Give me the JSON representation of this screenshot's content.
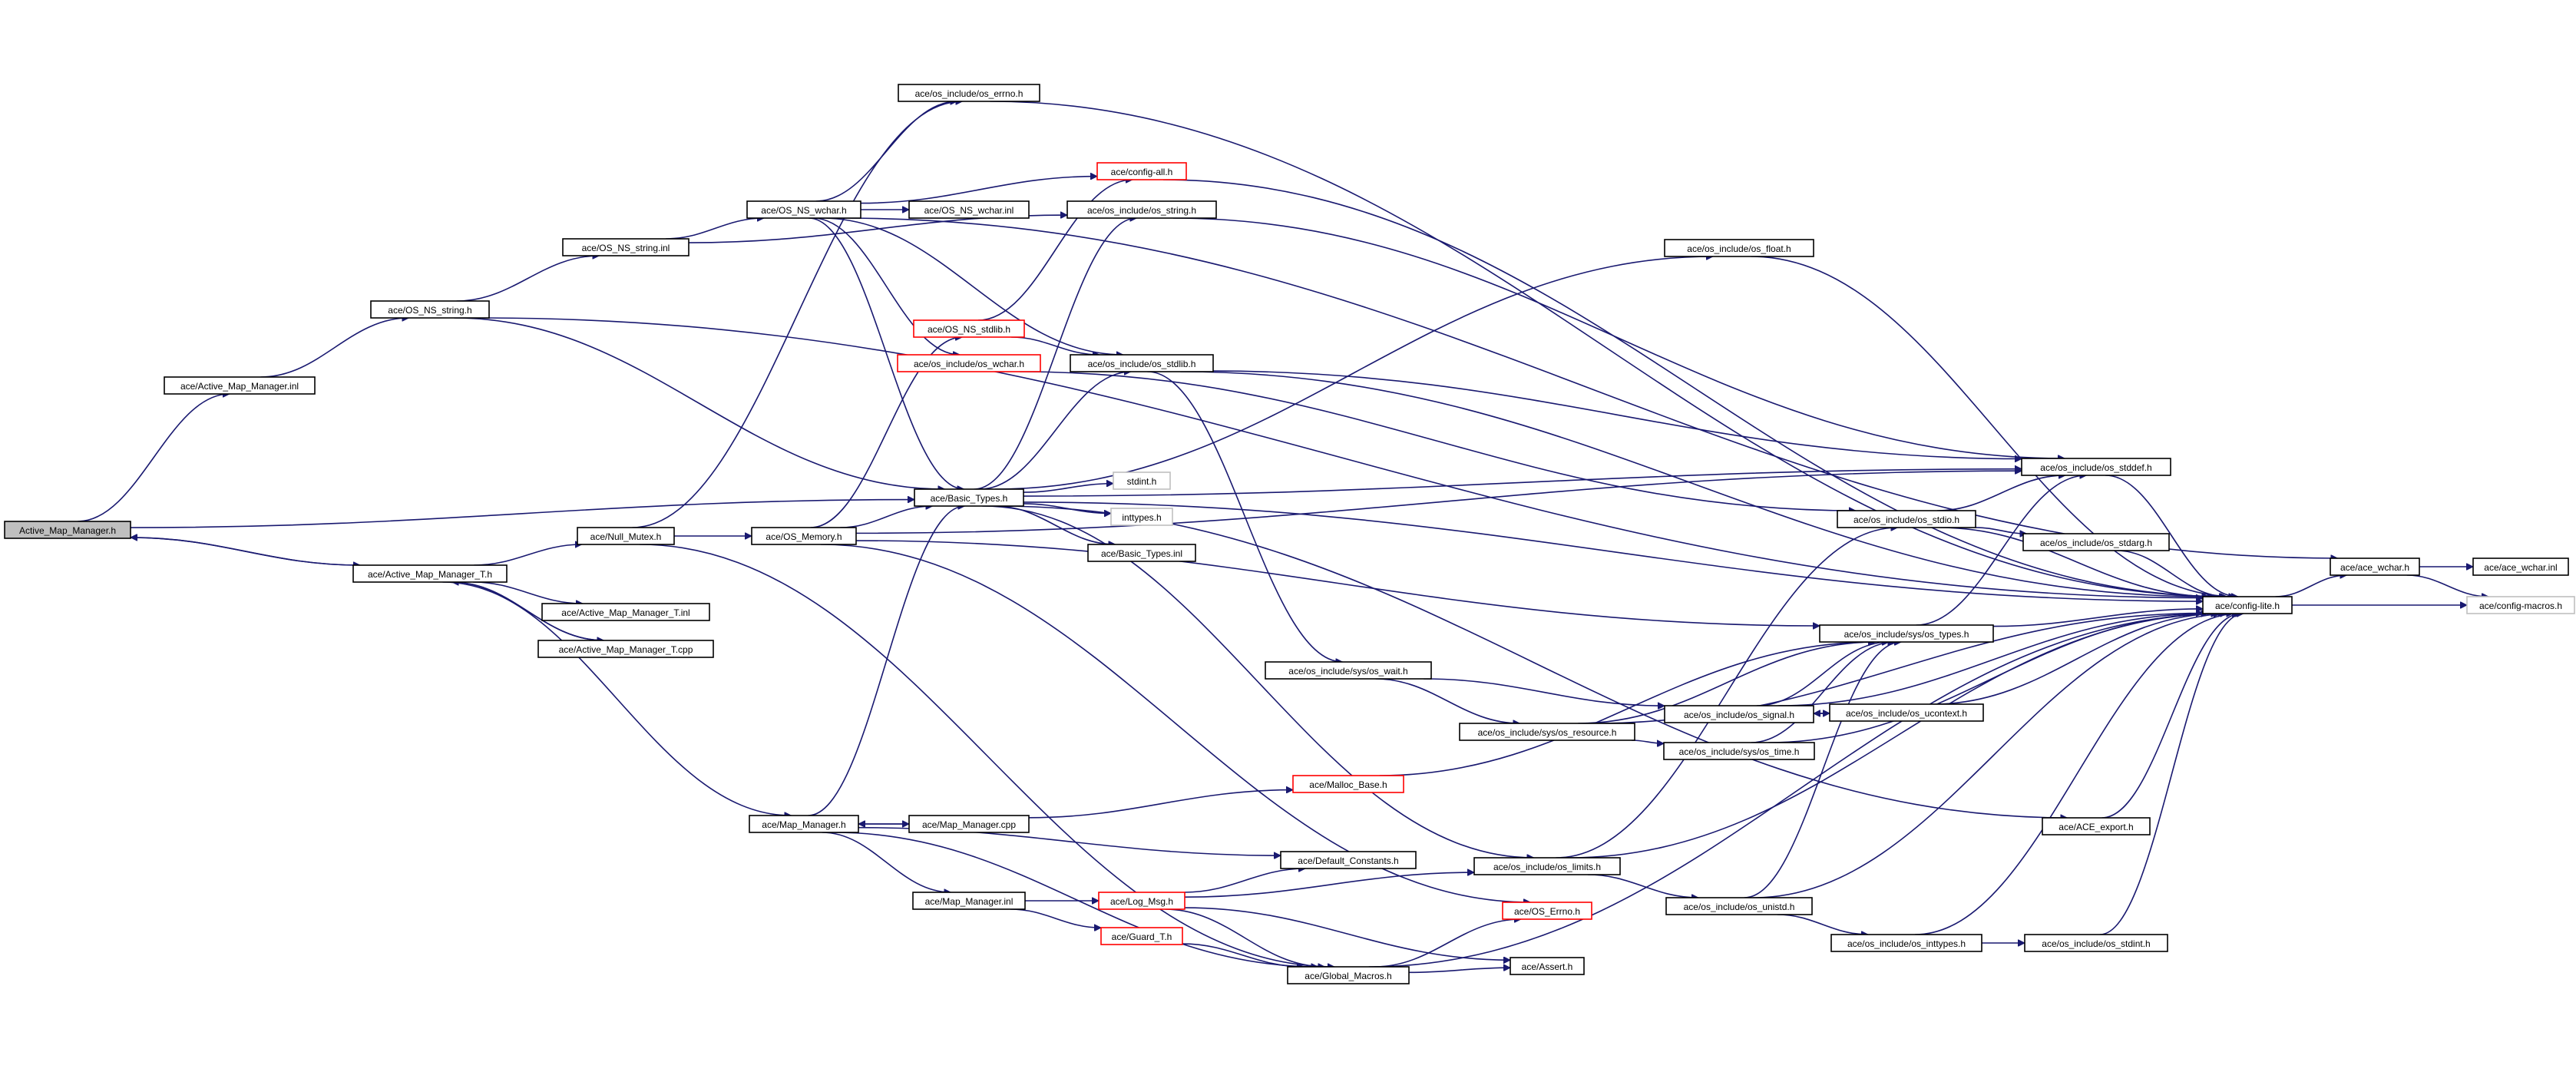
{
  "graph": {
    "nodes": [
      {
        "id": "root",
        "label": "Active_Map_Manager.h",
        "style": "root"
      },
      {
        "id": "amm_inl",
        "label": "ace/Active_Map_Manager.inl",
        "style": "black"
      },
      {
        "id": "os_ns_string_h",
        "label": "ace/OS_NS_string.h",
        "style": "black"
      },
      {
        "id": "os_ns_string_inl",
        "label": "ace/OS_NS_string.inl",
        "style": "black"
      },
      {
        "id": "os_ns_wchar_h",
        "label": "ace/OS_NS_wchar.h",
        "style": "black"
      },
      {
        "id": "os_errno_h",
        "label": "ace/os_include/os_errno.h",
        "style": "black"
      },
      {
        "id": "config_all",
        "label": "ace/config-all.h",
        "style": "red"
      },
      {
        "id": "os_ns_wchar_inl",
        "label": "ace/OS_NS_wchar.inl",
        "style": "black"
      },
      {
        "id": "os_string_h",
        "label": "ace/os_include/os_string.h",
        "style": "black"
      },
      {
        "id": "os_float_h",
        "label": "ace/os_include/os_float.h",
        "style": "black"
      },
      {
        "id": "os_ns_stdlib_h",
        "label": "ace/OS_NS_stdlib.h",
        "style": "red"
      },
      {
        "id": "os_wchar_h",
        "label": "ace/os_include/os_wchar.h",
        "style": "red"
      },
      {
        "id": "os_stdlib_h",
        "label": "ace/os_include/os_stdlib.h",
        "style": "black"
      },
      {
        "id": "basic_types",
        "label": "ace/Basic_Types.h",
        "style": "black"
      },
      {
        "id": "stdint_h",
        "label": "stdint.h",
        "style": "gray"
      },
      {
        "id": "inttypes_h",
        "label": "inttypes.h",
        "style": "gray"
      },
      {
        "id": "basic_types_inl",
        "label": "ace/Basic_Types.inl",
        "style": "black"
      },
      {
        "id": "null_mutex",
        "label": "ace/Null_Mutex.h",
        "style": "black"
      },
      {
        "id": "os_memory",
        "label": "ace/OS_Memory.h",
        "style": "black"
      },
      {
        "id": "amm_t_h",
        "label": "ace/Active_Map_Manager_T.h",
        "style": "black"
      },
      {
        "id": "amm_t_inl",
        "label": "ace/Active_Map_Manager_T.inl",
        "style": "black"
      },
      {
        "id": "amm_t_cpp",
        "label": "ace/Active_Map_Manager_T.cpp",
        "style": "black"
      },
      {
        "id": "os_stddef_h",
        "label": "ace/os_include/os_stddef.h",
        "style": "black"
      },
      {
        "id": "os_stdio_h",
        "label": "ace/os_include/os_stdio.h",
        "style": "black"
      },
      {
        "id": "os_stdarg_h",
        "label": "ace/os_include/os_stdarg.h",
        "style": "black"
      },
      {
        "id": "config_lite",
        "label": "ace/config-lite.h",
        "style": "black"
      },
      {
        "id": "ace_wchar_h",
        "label": "ace/ace_wchar.h",
        "style": "black"
      },
      {
        "id": "ace_wchar_inl",
        "label": "ace/ace_wchar.inl",
        "style": "black"
      },
      {
        "id": "config_macros",
        "label": "ace/config-macros.h",
        "style": "gray"
      },
      {
        "id": "sys_os_types",
        "label": "ace/os_include/sys/os_types.h",
        "style": "black"
      },
      {
        "id": "sys_os_wait",
        "label": "ace/os_include/sys/os_wait.h",
        "style": "black"
      },
      {
        "id": "os_signal",
        "label": "ace/os_include/os_signal.h",
        "style": "black"
      },
      {
        "id": "os_ucontext",
        "label": "ace/os_include/os_ucontext.h",
        "style": "black"
      },
      {
        "id": "sys_os_resource",
        "label": "ace/os_include/sys/os_resource.h",
        "style": "black"
      },
      {
        "id": "sys_os_time",
        "label": "ace/os_include/sys/os_time.h",
        "style": "black"
      },
      {
        "id": "malloc_base",
        "label": "ace/Malloc_Base.h",
        "style": "red"
      },
      {
        "id": "ace_export",
        "label": "ace/ACE_export.h",
        "style": "black"
      },
      {
        "id": "map_manager_h",
        "label": "ace/Map_Manager.h",
        "style": "black"
      },
      {
        "id": "map_manager_cpp",
        "label": "ace/Map_Manager.cpp",
        "style": "black"
      },
      {
        "id": "default_constants",
        "label": "ace/Default_Constants.h",
        "style": "black"
      },
      {
        "id": "os_limits",
        "label": "ace/os_include/os_limits.h",
        "style": "black"
      },
      {
        "id": "map_manager_inl",
        "label": "ace/Map_Manager.inl",
        "style": "black"
      },
      {
        "id": "log_msg",
        "label": "ace/Log_Msg.h",
        "style": "red"
      },
      {
        "id": "os_errno_ace",
        "label": "ace/OS_Errno.h",
        "style": "red"
      },
      {
        "id": "os_unistd",
        "label": "ace/os_include/os_unistd.h",
        "style": "black"
      },
      {
        "id": "guard_t",
        "label": "ace/Guard_T.h",
        "style": "red"
      },
      {
        "id": "os_inttypes",
        "label": "ace/os_include/os_inttypes.h",
        "style": "black"
      },
      {
        "id": "os_stdint",
        "label": "ace/os_include/os_stdint.h",
        "style": "black"
      },
      {
        "id": "global_macros",
        "label": "ace/Global_Macros.h",
        "style": "black"
      },
      {
        "id": "assert_h",
        "label": "ace/Assert.h",
        "style": "black"
      }
    ],
    "edges": [
      [
        "root",
        "amm_inl"
      ],
      [
        "root",
        "basic_types"
      ],
      [
        "root",
        "amm_t_h"
      ],
      [
        "amm_inl",
        "os_ns_string_h"
      ],
      [
        "os_ns_string_h",
        "os_ns_string_inl"
      ],
      [
        "os_ns_string_h",
        "basic_types"
      ],
      [
        "os_ns_string_h",
        "config_lite"
      ],
      [
        "os_ns_string_inl",
        "os_ns_wchar_h"
      ],
      [
        "os_ns_string_inl",
        "os_string_h"
      ],
      [
        "os_ns_wchar_h",
        "os_errno_h"
      ],
      [
        "os_ns_wchar_h",
        "config_all"
      ],
      [
        "os_ns_wchar_h",
        "os_ns_wchar_inl"
      ],
      [
        "os_ns_wchar_h",
        "os_wchar_h"
      ],
      [
        "os_ns_wchar_h",
        "basic_types"
      ],
      [
        "os_ns_wchar_h",
        "os_stdlib_h"
      ],
      [
        "os_ns_wchar_h",
        "ace_wchar_h"
      ],
      [
        "os_errno_h",
        "config_lite"
      ],
      [
        "config_all",
        "config_lite"
      ],
      [
        "os_string_h",
        "os_stddef_h"
      ],
      [
        "os_float_h",
        "config_lite"
      ],
      [
        "os_ns_stdlib_h",
        "config_all"
      ],
      [
        "os_ns_stdlib_h",
        "os_stdlib_h"
      ],
      [
        "os_wchar_h",
        "os_stdio_h"
      ],
      [
        "os_stdlib_h",
        "os_stddef_h"
      ],
      [
        "os_stdlib_h",
        "config_lite"
      ],
      [
        "os_stdlib_h",
        "sys_os_wait"
      ],
      [
        "basic_types",
        "stdint_h"
      ],
      [
        "basic_types",
        "inttypes_h"
      ],
      [
        "basic_types",
        "basic_types_inl"
      ],
      [
        "basic_types",
        "os_string_h"
      ],
      [
        "basic_types",
        "os_float_h"
      ],
      [
        "basic_types",
        "os_stdlib_h"
      ],
      [
        "basic_types",
        "os_stddef_h"
      ],
      [
        "basic_types",
        "config_lite"
      ],
      [
        "basic_types",
        "os_limits"
      ],
      [
        "basic_types",
        "ace_export"
      ],
      [
        "amm_t_h",
        "root"
      ],
      [
        "amm_t_h",
        "null_mutex"
      ],
      [
        "amm_t_h",
        "amm_t_inl"
      ],
      [
        "amm_t_h",
        "amm_t_cpp"
      ],
      [
        "amm_t_h",
        "map_manager_h"
      ],
      [
        "amm_t_cpp",
        "amm_t_h"
      ],
      [
        "null_mutex",
        "os_memory"
      ],
      [
        "null_mutex",
        "os_errno_h"
      ],
      [
        "null_mutex",
        "global_macros"
      ],
      [
        "os_memory",
        "basic_types"
      ],
      [
        "os_memory",
        "os_ns_stdlib_h"
      ],
      [
        "os_memory",
        "os_stddef_h"
      ],
      [
        "os_memory",
        "sys_os_types"
      ],
      [
        "os_memory",
        "os_errno_ace"
      ],
      [
        "os_stdio_h",
        "os_stddef_h"
      ],
      [
        "os_stdio_h",
        "os_stdarg_h"
      ],
      [
        "os_stdio_h",
        "config_lite"
      ],
      [
        "os_stdarg_h",
        "config_lite"
      ],
      [
        "os_stddef_h",
        "config_lite"
      ],
      [
        "config_lite",
        "ace_wchar_h"
      ],
      [
        "config_lite",
        "config_macros"
      ],
      [
        "ace_wchar_h",
        "ace_wchar_inl"
      ],
      [
        "ace_wchar_h",
        "config_macros"
      ],
      [
        "sys_os_types",
        "config_lite"
      ],
      [
        "sys_os_types",
        "os_stddef_h"
      ],
      [
        "sys_os_wait",
        "os_signal"
      ],
      [
        "sys_os_wait",
        "sys_os_resource"
      ],
      [
        "os_signal",
        "sys_os_types"
      ],
      [
        "os_signal",
        "os_ucontext"
      ],
      [
        "os_signal",
        "config_lite"
      ],
      [
        "os_ucontext",
        "os_signal"
      ],
      [
        "os_ucontext",
        "config_lite"
      ],
      [
        "sys_os_resource",
        "sys_os_types"
      ],
      [
        "sys_os_resource",
        "sys_os_time"
      ],
      [
        "sys_os_resource",
        "config_lite"
      ],
      [
        "sys_os_time",
        "sys_os_types"
      ],
      [
        "sys_os_time",
        "config_lite"
      ],
      [
        "malloc_base",
        "sys_os_types"
      ],
      [
        "ace_export",
        "config_lite"
      ],
      [
        "map_manager_h",
        "basic_types"
      ],
      [
        "map_manager_h",
        "map_manager_cpp"
      ],
      [
        "map_manager_h",
        "default_constants"
      ],
      [
        "map_manager_h",
        "map_manager_inl"
      ],
      [
        "map_manager_h",
        "global_macros"
      ],
      [
        "map_manager_cpp",
        "map_manager_h"
      ],
      [
        "map_manager_cpp",
        "malloc_base"
      ],
      [
        "map_manager_inl",
        "log_msg"
      ],
      [
        "map_manager_inl",
        "guard_t"
      ],
      [
        "log_msg",
        "default_constants"
      ],
      [
        "log_msg",
        "os_limits"
      ],
      [
        "log_msg",
        "global_macros"
      ],
      [
        "log_msg",
        "assert_h"
      ],
      [
        "guard_t",
        "global_macros"
      ],
      [
        "global_macros",
        "assert_h"
      ],
      [
        "global_macros",
        "os_errno_ace"
      ],
      [
        "global_macros",
        "config_lite"
      ],
      [
        "os_limits",
        "os_unistd"
      ],
      [
        "os_limits",
        "config_lite"
      ],
      [
        "os_limits",
        "os_stdio_h"
      ],
      [
        "os_unistd",
        "os_inttypes"
      ],
      [
        "os_unistd",
        "config_lite"
      ],
      [
        "os_unistd",
        "sys_os_types"
      ],
      [
        "os_inttypes",
        "os_stdint"
      ],
      [
        "os_inttypes",
        "config_lite"
      ],
      [
        "os_stdint",
        "config_lite"
      ]
    ]
  }
}
